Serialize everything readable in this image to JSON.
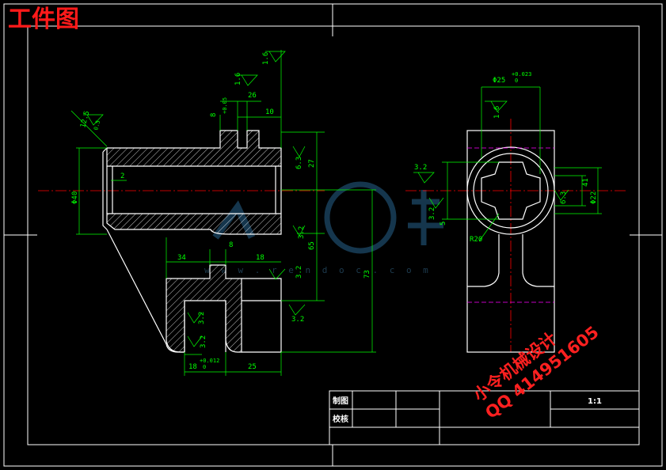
{
  "title": "工件图",
  "scale": "1:1",
  "title_block": {
    "drawn_label": "制图",
    "checked_label": "校核"
  },
  "watermark": {
    "line1": "小令机械设计",
    "line2": "QQ 414951605",
    "url": "w w w . r e n d o c . c o m"
  },
  "dimensions": {
    "left_view": {
      "phi40": "Φ40",
      "d2": "2",
      "d8": "8",
      "d10": "10",
      "d26": "26",
      "d27": "27",
      "d34": "34",
      "d8b": "8",
      "d18": "18",
      "d25": "25",
      "d73": "73",
      "d18tol": "18",
      "tol18": "+0.012",
      "tol18b": "0",
      "tol8": "+0.05",
      "r16a": "1.6",
      "r16b": "1.6",
      "r32a": "3.2",
      "r32b": "3.2",
      "r32c": "3.2",
      "r32d": "3.2",
      "r32e": "3.2",
      "r63": "6.3",
      "r125": "12.5",
      "c2": "2",
      "c05": "0.5",
      "v65": "65"
    },
    "right_view": {
      "phi25": "Φ25",
      "tol25a": "+0.023",
      "tol25b": "0",
      "r16": "1.6",
      "r32a": "3.2",
      "r32b": "3.2",
      "r63": "6.3",
      "phi22": "Φ22",
      "d41": "41",
      "d5": "5",
      "r20": "R20"
    }
  },
  "colors": {
    "outline": "#ffffff",
    "dimension": "#00ff00",
    "centerline": "#ff0000",
    "hidden": "#ff00ff",
    "watermark": "#ff2020",
    "hatch": "#ffffff"
  }
}
